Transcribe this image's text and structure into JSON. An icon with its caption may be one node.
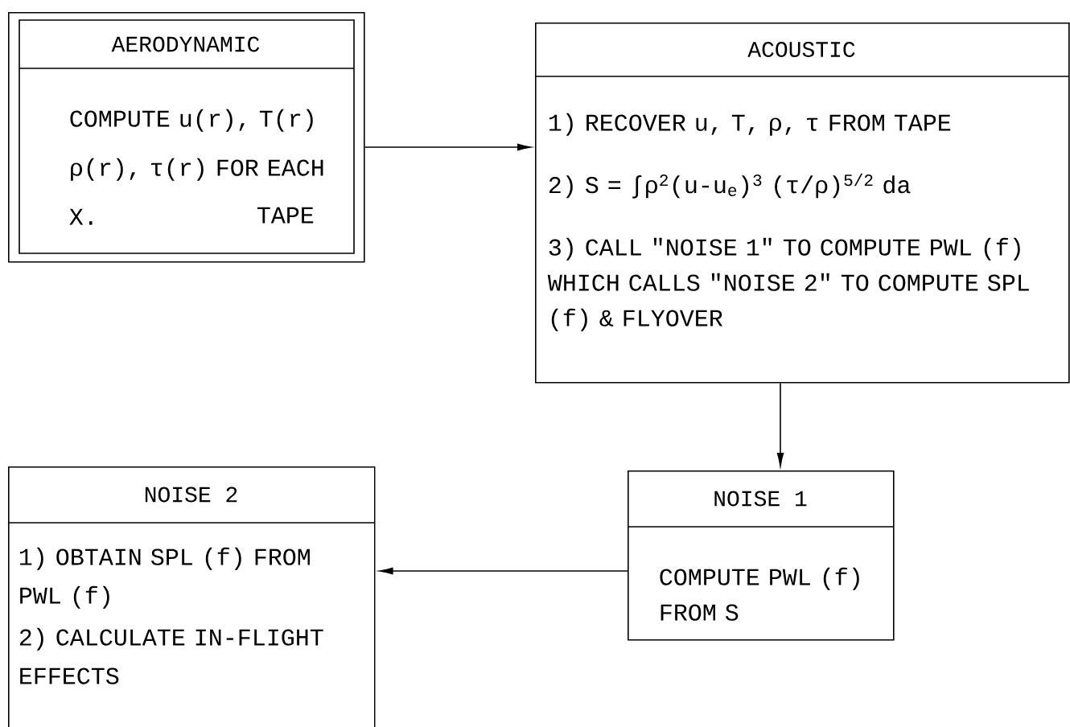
{
  "diagram": {
    "nodes": [
      {
        "text": [
          "AERODYNAMIC",
          "COMPUTE u(r), T(r) ρ(r), τ(r) FOR EACH X.",
          "TAPE"
        ]
      },
      {
        "text": [
          "ACOUSTIC",
          "1) RECOVER u, T, ρ, τ FROM TAPE",
          "2) S = ∫ρ$^{2}$(u-u$_{e}$)$^{3}$ (τ/ρ)$^{5/2}$ da",
          "3) CALL \"NOISE 1\" TO COMPUTE PWL (f) WHICH CALLS \"NOISE 2\" TO COMPUTE SPL (f) & FLYOVER"
        ]
      },
      {
        "text": [
          "NOISE 1",
          "COMPUTE PWL (f) FROM S"
        ]
      },
      {
        "text": [
          "NOISE 2",
          "1) OBTAIN SPL (f) FROM PWL (f)",
          "2) CALCULATE IN-FLIGHT EFFECTS"
        ]
      }
    ],
    "edges": [
      {
        "from": 0,
        "to": 1,
        "arrow": "to"
      },
      {
        "from": 1,
        "to": 2,
        "arrow": "to"
      },
      {
        "from": 2,
        "to": 3,
        "arrow": "to"
      }
    ]
  }
}
